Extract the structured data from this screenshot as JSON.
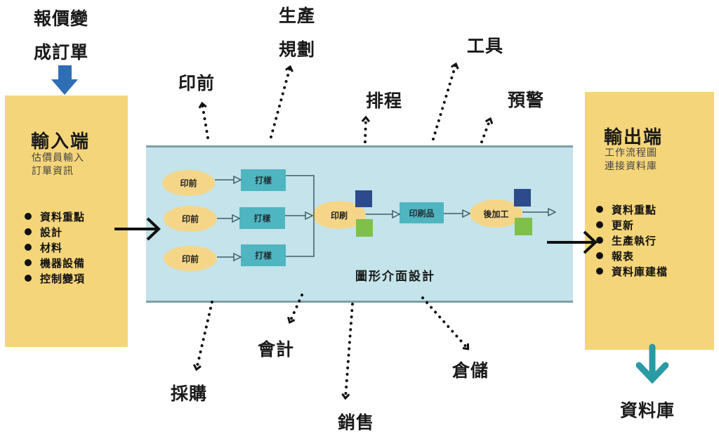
{
  "top_input": {
    "line1": "報價變",
    "line2": "成訂單"
  },
  "input_panel": {
    "title": "輸入端",
    "subtitle_lines": [
      "估價員輸入",
      "訂單資訊"
    ],
    "bullets": [
      "資料重點",
      "設計",
      "材料",
      "機器設備",
      "控制變項"
    ]
  },
  "output_panel": {
    "title": "輸出端",
    "subtitle_lines": [
      "工作流程圖",
      "連接資料庫"
    ],
    "bullets": [
      "資料重點",
      "更新",
      "生產執行",
      "報表",
      "資料庫建檔"
    ]
  },
  "database_label": "資料庫",
  "center": {
    "caption": "圖形介面設計",
    "prepress_nodes": [
      "印前",
      "印前",
      "印前"
    ],
    "proof_nodes": [
      "打樣",
      "打樣",
      "打樣"
    ],
    "print_node": "印刷",
    "printed_product_node": "印刷品",
    "post_processing_node": "後加工"
  },
  "top_labels": {
    "prepress": "印前",
    "production_planning": [
      "生產",
      "規劃"
    ],
    "scheduling": "排程",
    "tools": "工具",
    "alert": "預警"
  },
  "bottom_labels": {
    "purchasing": "採購",
    "accounting": "會計",
    "sales": "銷售",
    "warehouse": "倉儲"
  },
  "colors": {
    "panel_yellow": "#f5d57a",
    "center_blue": "#c4e3ea",
    "node_yellow": "#f5d688",
    "node_teal": "#4fb5c1",
    "arrow_blue": "#2f6db5",
    "arrow_teal": "#2a9aa5",
    "square_blue": "#2c4a8c",
    "square_green": "#7fc04b"
  }
}
